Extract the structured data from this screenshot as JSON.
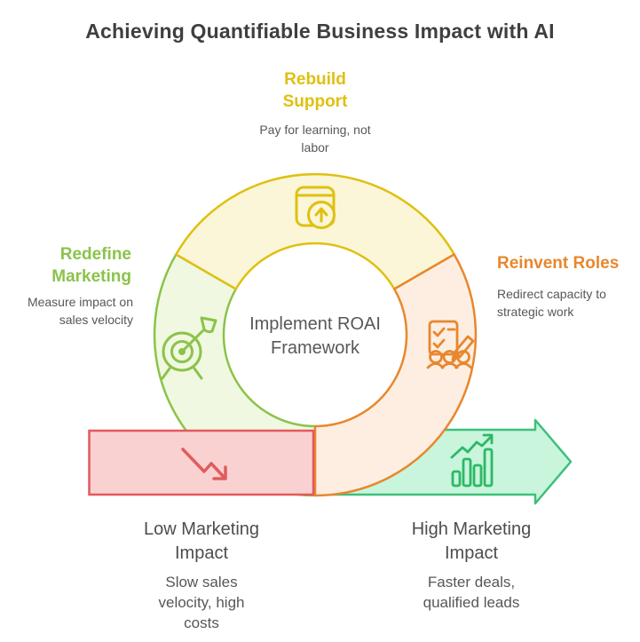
{
  "title": "Achieving Quantifiable Business Impact with AI",
  "center_label": "Implement ROAI\nFramework",
  "segments": [
    {
      "name": "rebuild-support",
      "heading": "Rebuild\nSupport",
      "description": "Pay for learning, not\nlabor",
      "color": "#dfc011",
      "fill": "#fbf6d8",
      "icon": "book-upload-icon"
    },
    {
      "name": "redefine-marketing",
      "heading": "Redefine\nMarketing",
      "description": "Measure impact on\nsales velocity",
      "color": "#8bc34a",
      "fill": "#f0f8e1",
      "icon": "target-dart-icon"
    },
    {
      "name": "reinvent-roles",
      "heading": "Reinvent Roles",
      "description": "Redirect capacity to\nstrategic work",
      "color": "#e8872e",
      "fill": "#fdeee1",
      "icon": "checklist-team-icon"
    }
  ],
  "flow_band": {
    "low": {
      "heading": "Low Marketing\nImpact",
      "description": "Slow sales\nvelocity, high\ncosts",
      "fill": "#f9d1d1",
      "stroke": "#e4595c",
      "icon": "trend-down-icon",
      "icon_color": "#e05c5c"
    },
    "high": {
      "heading": "High Marketing\nImpact",
      "description": "Faster deals,\nqualified leads",
      "fill": "#c8f5dc",
      "stroke": "#3ebf7b",
      "icon": "bar-chart-up-icon",
      "icon_color": "#2eb867"
    }
  },
  "text_colors": {
    "title": "#3f3f3f",
    "body": "#575757",
    "band_label": "#4d4d4d",
    "center": "#58585a"
  }
}
